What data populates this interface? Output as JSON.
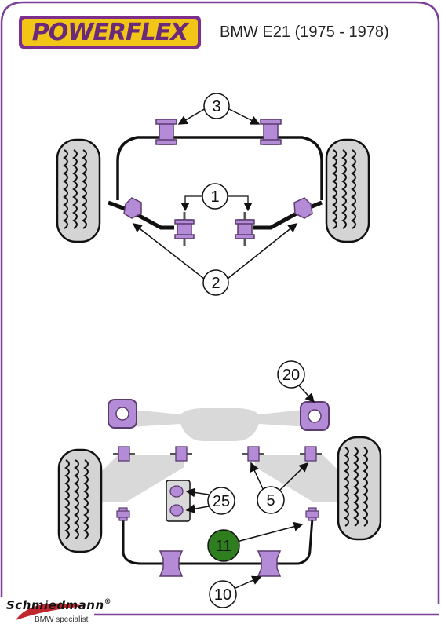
{
  "brand": {
    "logo_text": "POWERFLEX",
    "title": "BMW E21 (1975 - 1978)"
  },
  "callouts": [
    {
      "id": "3",
      "label": "3"
    },
    {
      "id": "1",
      "label": "1"
    },
    {
      "id": "2",
      "label": "2"
    },
    {
      "id": "20",
      "label": "20"
    },
    {
      "id": "25",
      "label": "25"
    },
    {
      "id": "5",
      "label": "5"
    },
    {
      "id": "11",
      "label": "11"
    },
    {
      "id": "10",
      "label": "10"
    }
  ],
  "footer": {
    "brand": "Schmiedmann",
    "registered": "®",
    "subtitle": "BMW specialist"
  },
  "colors": {
    "frame": "#7e3f98",
    "bush": "#b48bd6",
    "bush_dark": "#5b3a6e",
    "subframe": "#d9d9d9",
    "tyre": "#d4d4d4",
    "highlight": "#2e7d1f",
    "logo_yellow": "#f2c616",
    "logo_purple": "#7e2f8e"
  }
}
